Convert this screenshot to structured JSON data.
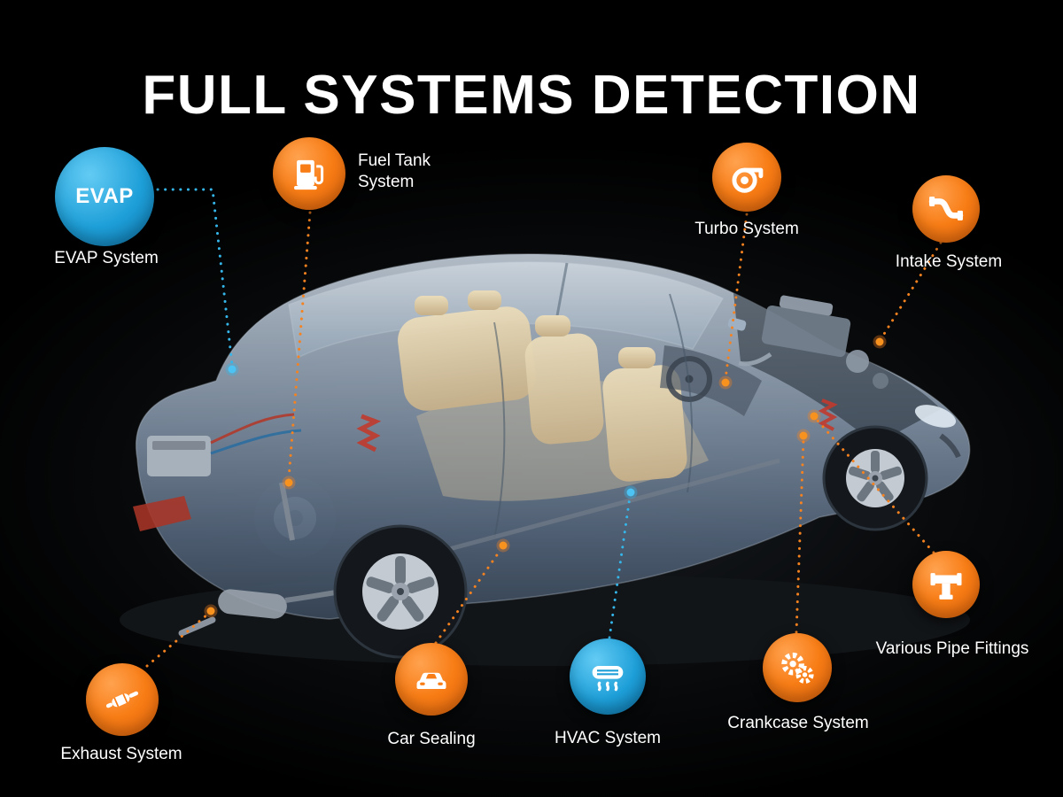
{
  "title": "FULL SYSTEMS DETECTION",
  "colors": {
    "background": "#000000",
    "accent_orange": "#F87D16",
    "accent_blue": "#1E9FD8",
    "text": "#FFFFFF"
  },
  "callouts": {
    "evap": {
      "badge": "EVAP",
      "label": "EVAP System",
      "icon": "evap-text-badge",
      "badge_color": "blue"
    },
    "fuel_tank": {
      "label": "Fuel Tank System",
      "icon": "fuel-pump-icon",
      "badge_color": "orange"
    },
    "turbo": {
      "label": "Turbo System",
      "icon": "turbocharger-icon",
      "badge_color": "orange"
    },
    "intake": {
      "label": "Intake System",
      "icon": "intake-pipe-icon",
      "badge_color": "orange"
    },
    "pipe_fittings": {
      "label": "Various Pipe Fittings",
      "icon": "pipe-tee-icon",
      "badge_color": "orange"
    },
    "crankcase": {
      "label": "Crankcase System",
      "icon": "gears-icon",
      "badge_color": "orange"
    },
    "hvac": {
      "label": "HVAC System",
      "icon": "ac-vent-icon",
      "badge_color": "blue"
    },
    "car_sealing": {
      "label": "Car Sealing",
      "icon": "car-icon",
      "badge_color": "orange"
    },
    "exhaust": {
      "label": "Exhaust System",
      "icon": "muffler-icon",
      "badge_color": "orange"
    }
  },
  "illustration": "cutaway-sedan"
}
